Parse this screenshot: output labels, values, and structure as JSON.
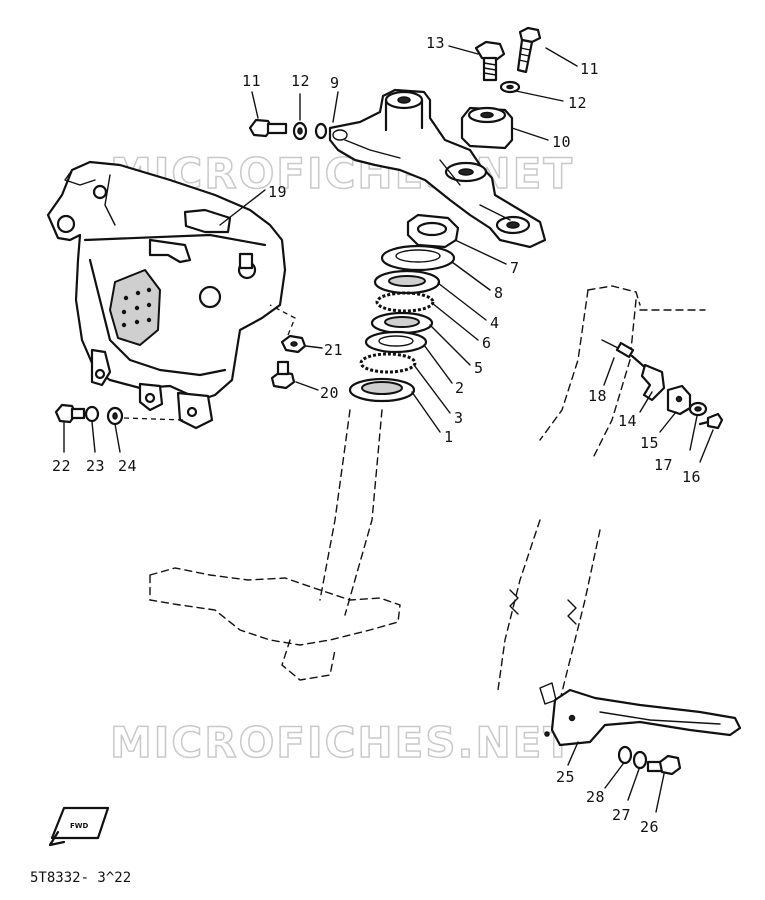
{
  "watermark": {
    "text_top": "MICROFICHES.NET",
    "text_bottom": "MICROFICHES.NET"
  },
  "diagram_code": "5T8332- 3^22",
  "direction_badge": "FWD",
  "part_labels": {
    "p1": "1",
    "p2": "2",
    "p3": "3",
    "p4": "4",
    "p5": "5",
    "p6": "6",
    "p7": "7",
    "p8": "8",
    "p9": "9",
    "p10": "10",
    "p11a": "11",
    "p11b": "11",
    "p12a": "12",
    "p12b": "12",
    "p13": "13",
    "p14": "14",
    "p15": "15",
    "p16": "16",
    "p17": "17",
    "p18": "18",
    "p19": "19",
    "p20": "20",
    "p21": "21",
    "p22": "22",
    "p23": "23",
    "p24": "24",
    "p25": "25",
    "p26": "26",
    "p27": "27",
    "p28": "28"
  }
}
